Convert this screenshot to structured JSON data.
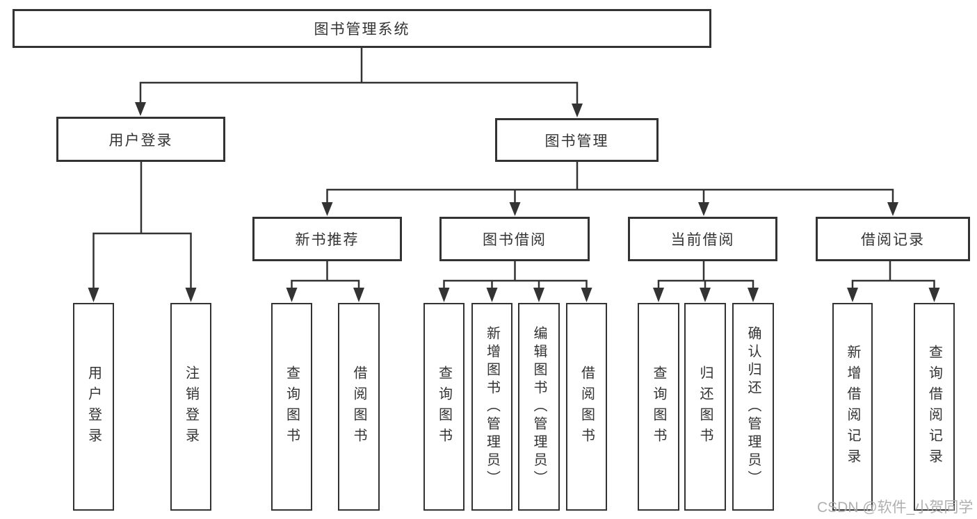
{
  "colors": {
    "line": "#333333",
    "box_border": "#333333",
    "text": "#333333",
    "watermark": "#a8a8a8",
    "background": "#ffffff"
  },
  "watermark": "CSDN @软件_小贺同学",
  "tree": {
    "root": {
      "label": "图书管理系统"
    },
    "branches": [
      {
        "label": "用户登录",
        "children": [
          {
            "label": "用户登录"
          },
          {
            "label": "注销登录"
          }
        ]
      },
      {
        "label": "图书管理",
        "children": [
          {
            "label": "新书推荐",
            "children": [
              {
                "label": "查询图书"
              },
              {
                "label": "借阅图书"
              }
            ]
          },
          {
            "label": "图书借阅",
            "children": [
              {
                "label": "查询图书"
              },
              {
                "label": "新增图书（管理员）"
              },
              {
                "label": "编辑图书（管理员）"
              },
              {
                "label": "借阅图书"
              }
            ]
          },
          {
            "label": "当前借阅",
            "children": [
              {
                "label": "查询图书"
              },
              {
                "label": "归还图书"
              },
              {
                "label": "确认归还（管理员）"
              }
            ]
          },
          {
            "label": "借阅记录",
            "children": [
              {
                "label": "新增借阅记录"
              },
              {
                "label": "查询借阅记录"
              }
            ]
          }
        ]
      }
    ]
  }
}
